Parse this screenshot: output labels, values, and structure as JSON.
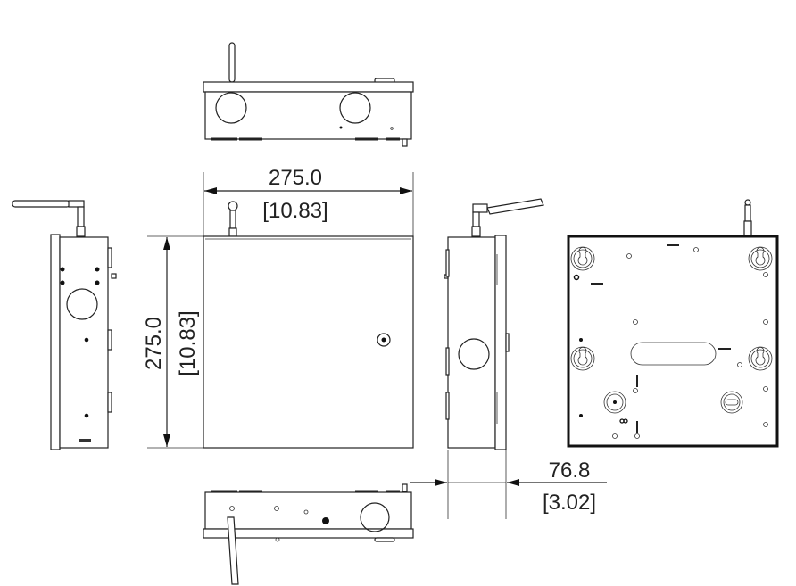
{
  "drawing": {
    "width_dimension": {
      "mm": "275.0",
      "inch": "[10.83]"
    },
    "height_dimension": {
      "mm": "275.0",
      "inch": "[10.83]"
    },
    "depth_dimension": {
      "mm": "76.8",
      "inch": "[3.02]"
    },
    "line_color": "#222222"
  }
}
